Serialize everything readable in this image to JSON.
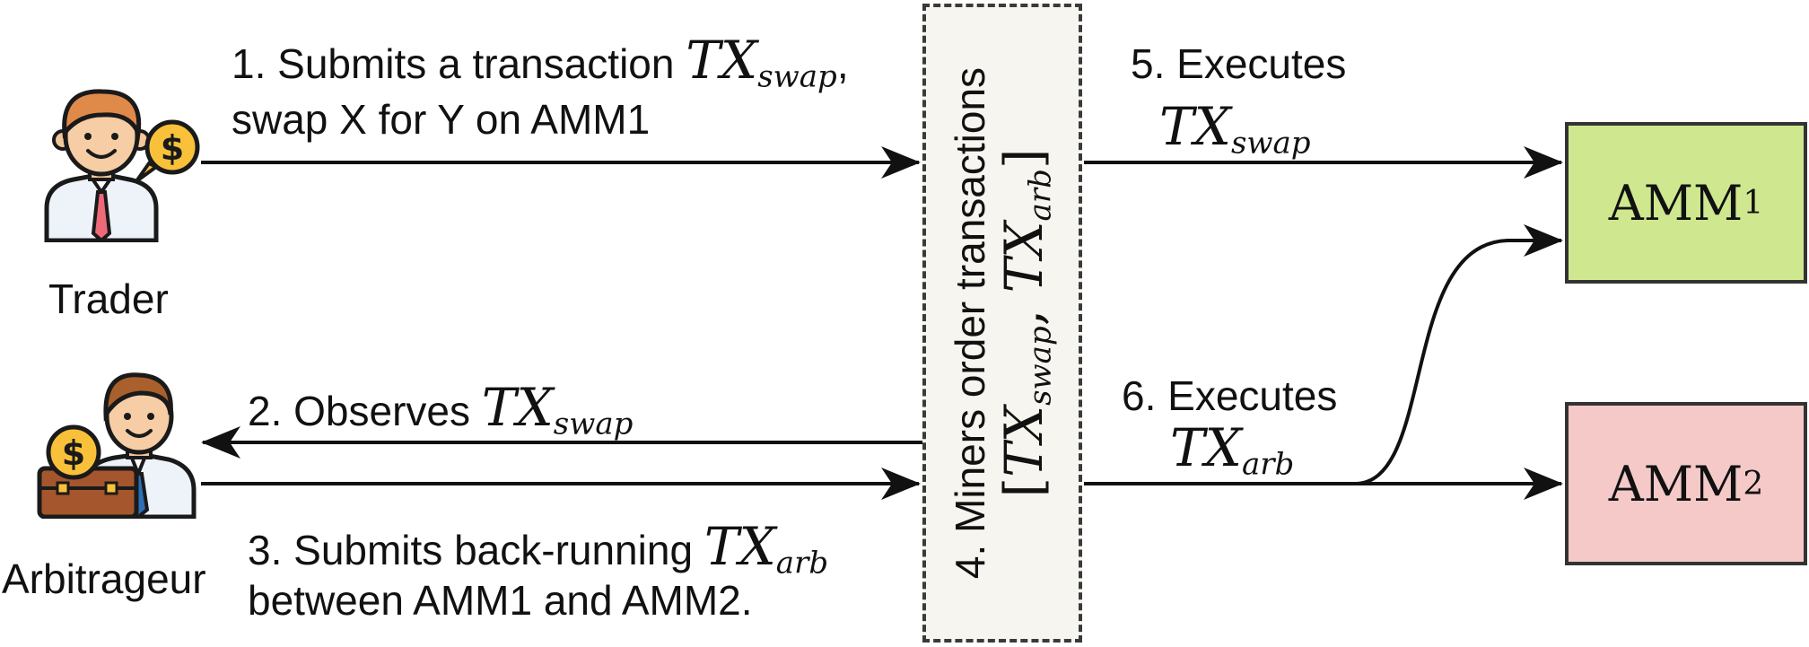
{
  "actors": {
    "trader": {
      "label": "Trader"
    },
    "arbitrageur": {
      "label": "Arbitrageur"
    }
  },
  "steps": {
    "step1": {
      "line1": "1. Submits a transaction",
      "math_base": "TX",
      "math_sub": "swap",
      "math_suffix": ",",
      "line2": "swap X for Y on AMM1"
    },
    "step2": {
      "text": "2. Observes",
      "math_base": "TX",
      "math_sub": "swap"
    },
    "step3": {
      "line1": "3. Submits back-running",
      "math_base": "TX",
      "math_sub": "arb",
      "line2": "between AMM1 and AMM2."
    },
    "step4": {
      "line1": "4. Miners order transactions",
      "open": "[",
      "tx1_base": "TX",
      "tx1_sub": "swap",
      "sep": ",",
      "tx2_base": "TX",
      "tx2_sub": "arb",
      "close": "]"
    },
    "step5": {
      "text": "5. Executes",
      "math_base": "TX",
      "math_sub": "swap"
    },
    "step6": {
      "text": "6. Executes",
      "math_base": "TX",
      "math_sub": "arb"
    }
  },
  "amms": {
    "amm1": {
      "base": "AMM",
      "sub": "1",
      "color": "#cfe88f"
    },
    "amm2": {
      "base": "AMM",
      "sub": "2",
      "color": "#f6c9c9"
    }
  },
  "icons": {
    "trader": "trader-with-dollar-bubble-icon",
    "arbitrageur": "businessman-with-briefcase-icon"
  }
}
